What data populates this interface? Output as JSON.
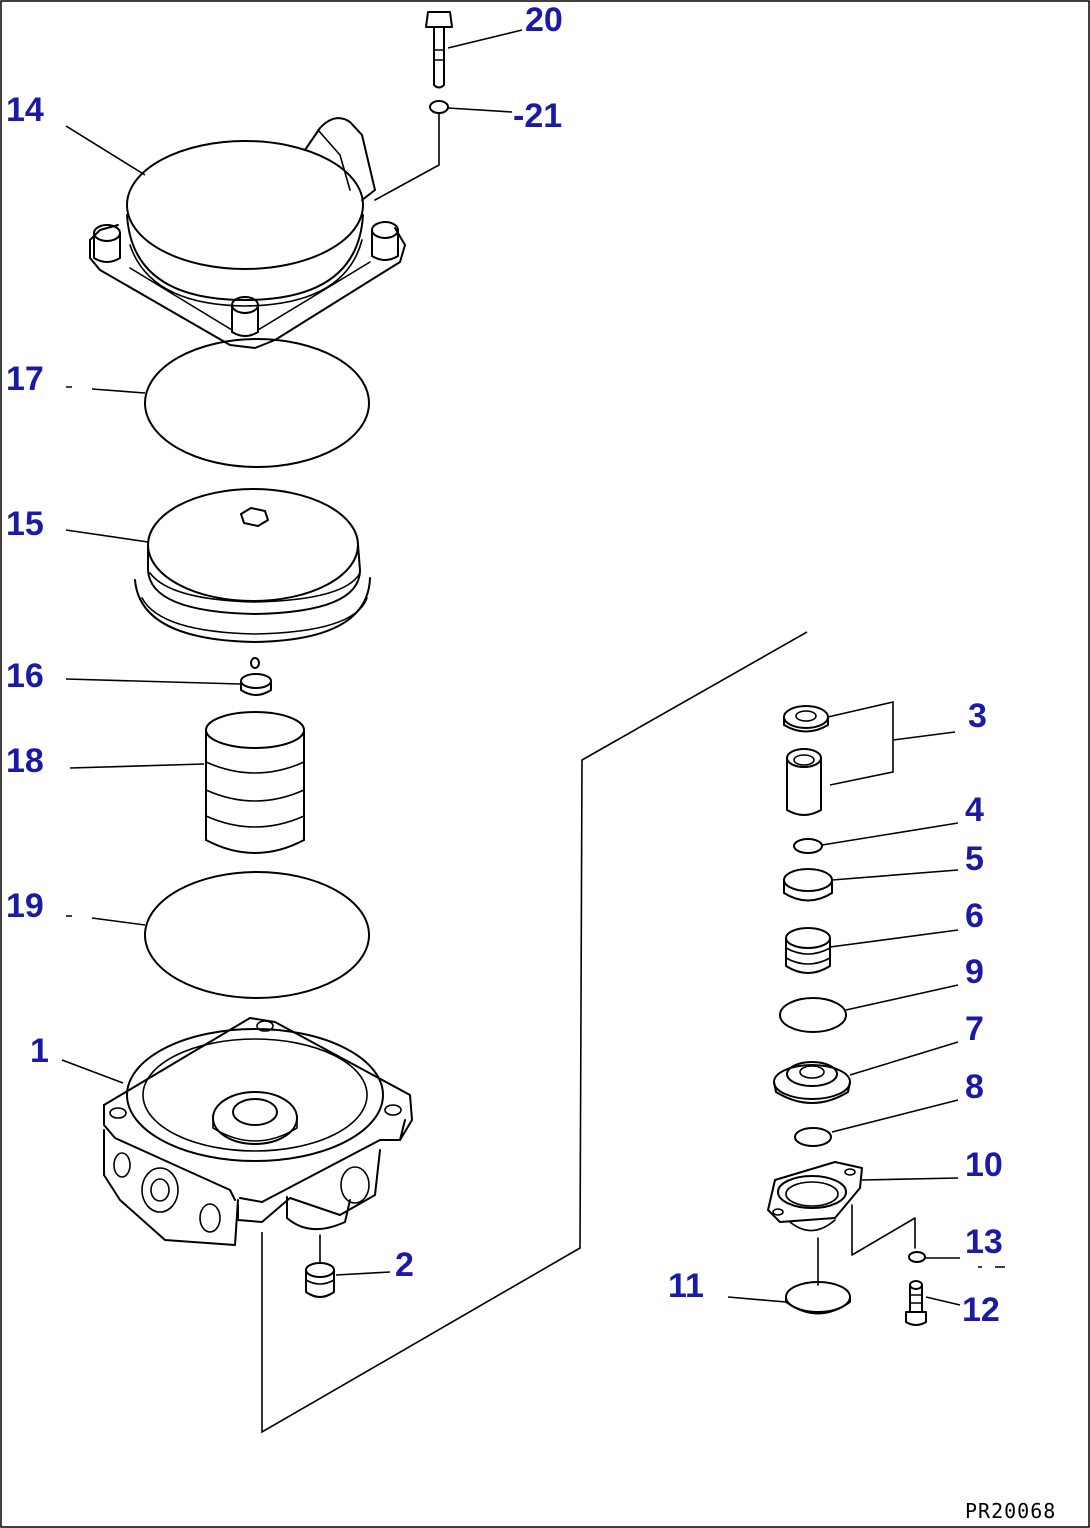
{
  "drawing_code": "PR20068",
  "callouts": {
    "c1": "1",
    "c2": "2",
    "c3": "3",
    "c4": "4",
    "c5": "5",
    "c6": "6",
    "c7": "7",
    "c8": "8",
    "c9": "9",
    "c10": "10",
    "c11": "11",
    "c12": "12",
    "c13": "13",
    "c14": "14",
    "c15": "15",
    "c16": "16",
    "c17": "17",
    "c18": "18",
    "c19": "19",
    "c20": "20",
    "c21": "-21"
  },
  "colors": {
    "callout": "#1a1aa6",
    "line": "#000000",
    "background": "#ffffff"
  }
}
